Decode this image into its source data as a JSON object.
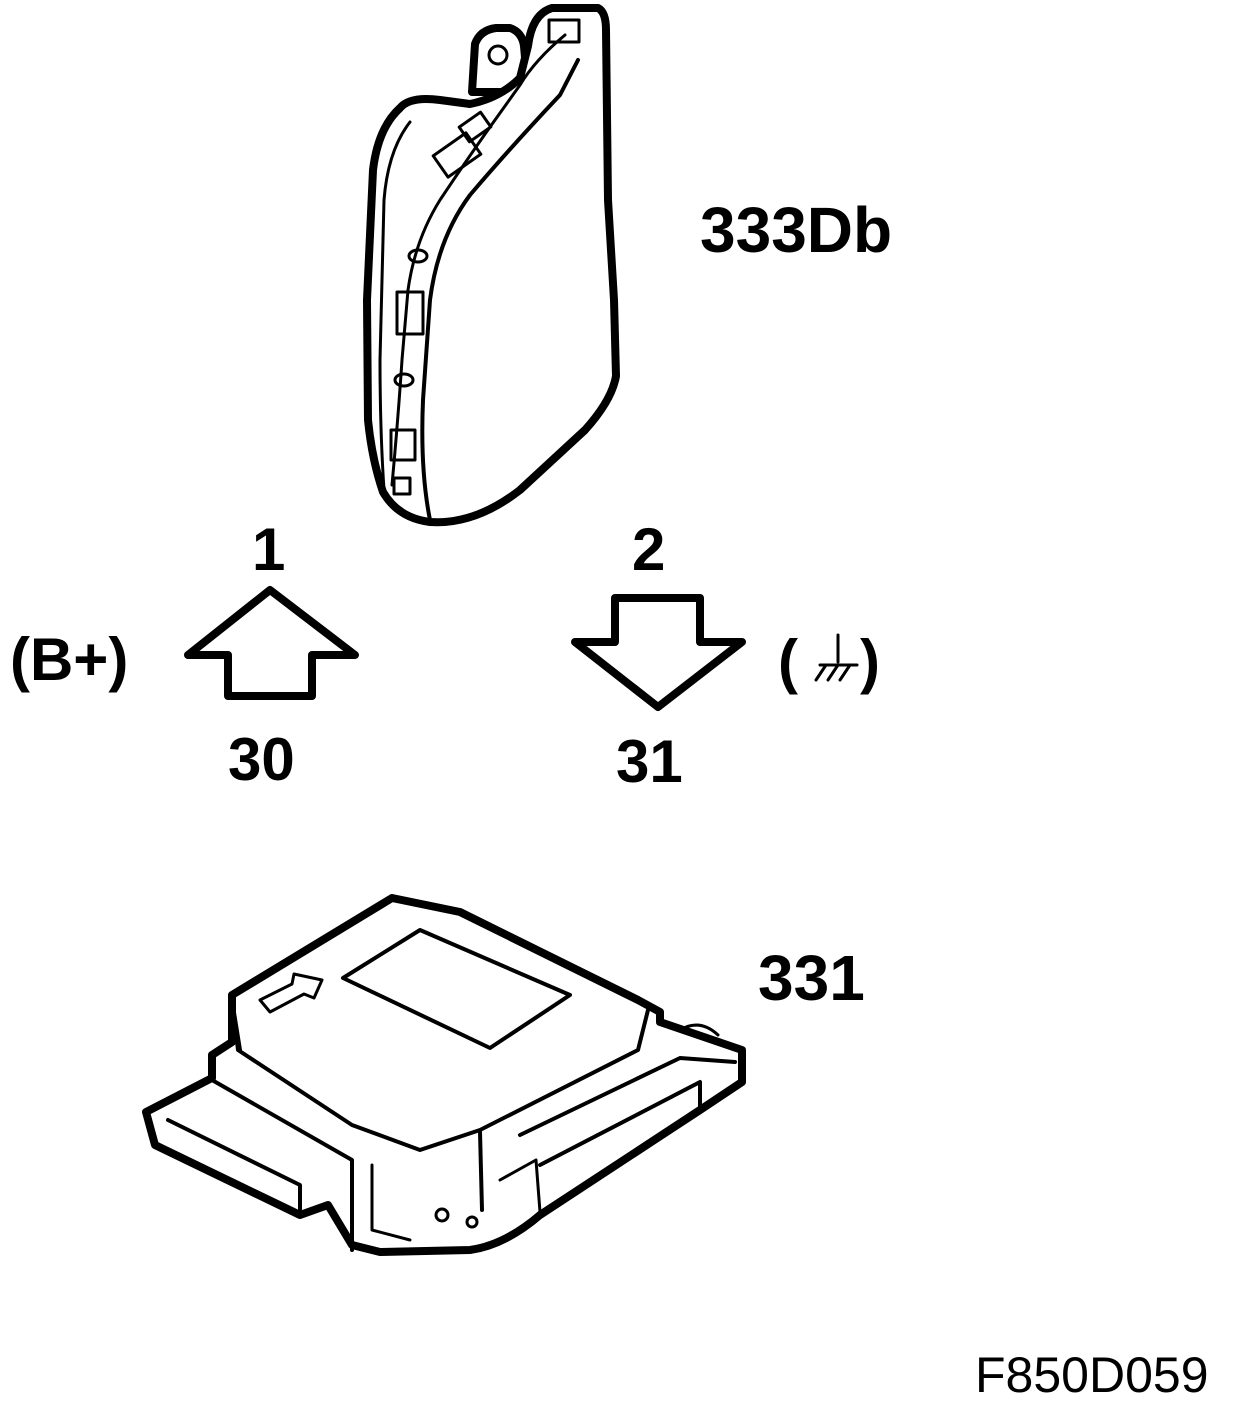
{
  "components": {
    "airbag_module": {
      "label": "333Db"
    },
    "control_unit": {
      "label": "331"
    }
  },
  "connections": {
    "supply": {
      "pin": "1",
      "terminal": "30",
      "symbol": "(B+)"
    },
    "ground": {
      "pin": "2",
      "terminal": "31",
      "symbol_left": "(",
      "symbol_right": ")",
      "icon": "ground-icon"
    }
  },
  "figure_id": "F850D059"
}
